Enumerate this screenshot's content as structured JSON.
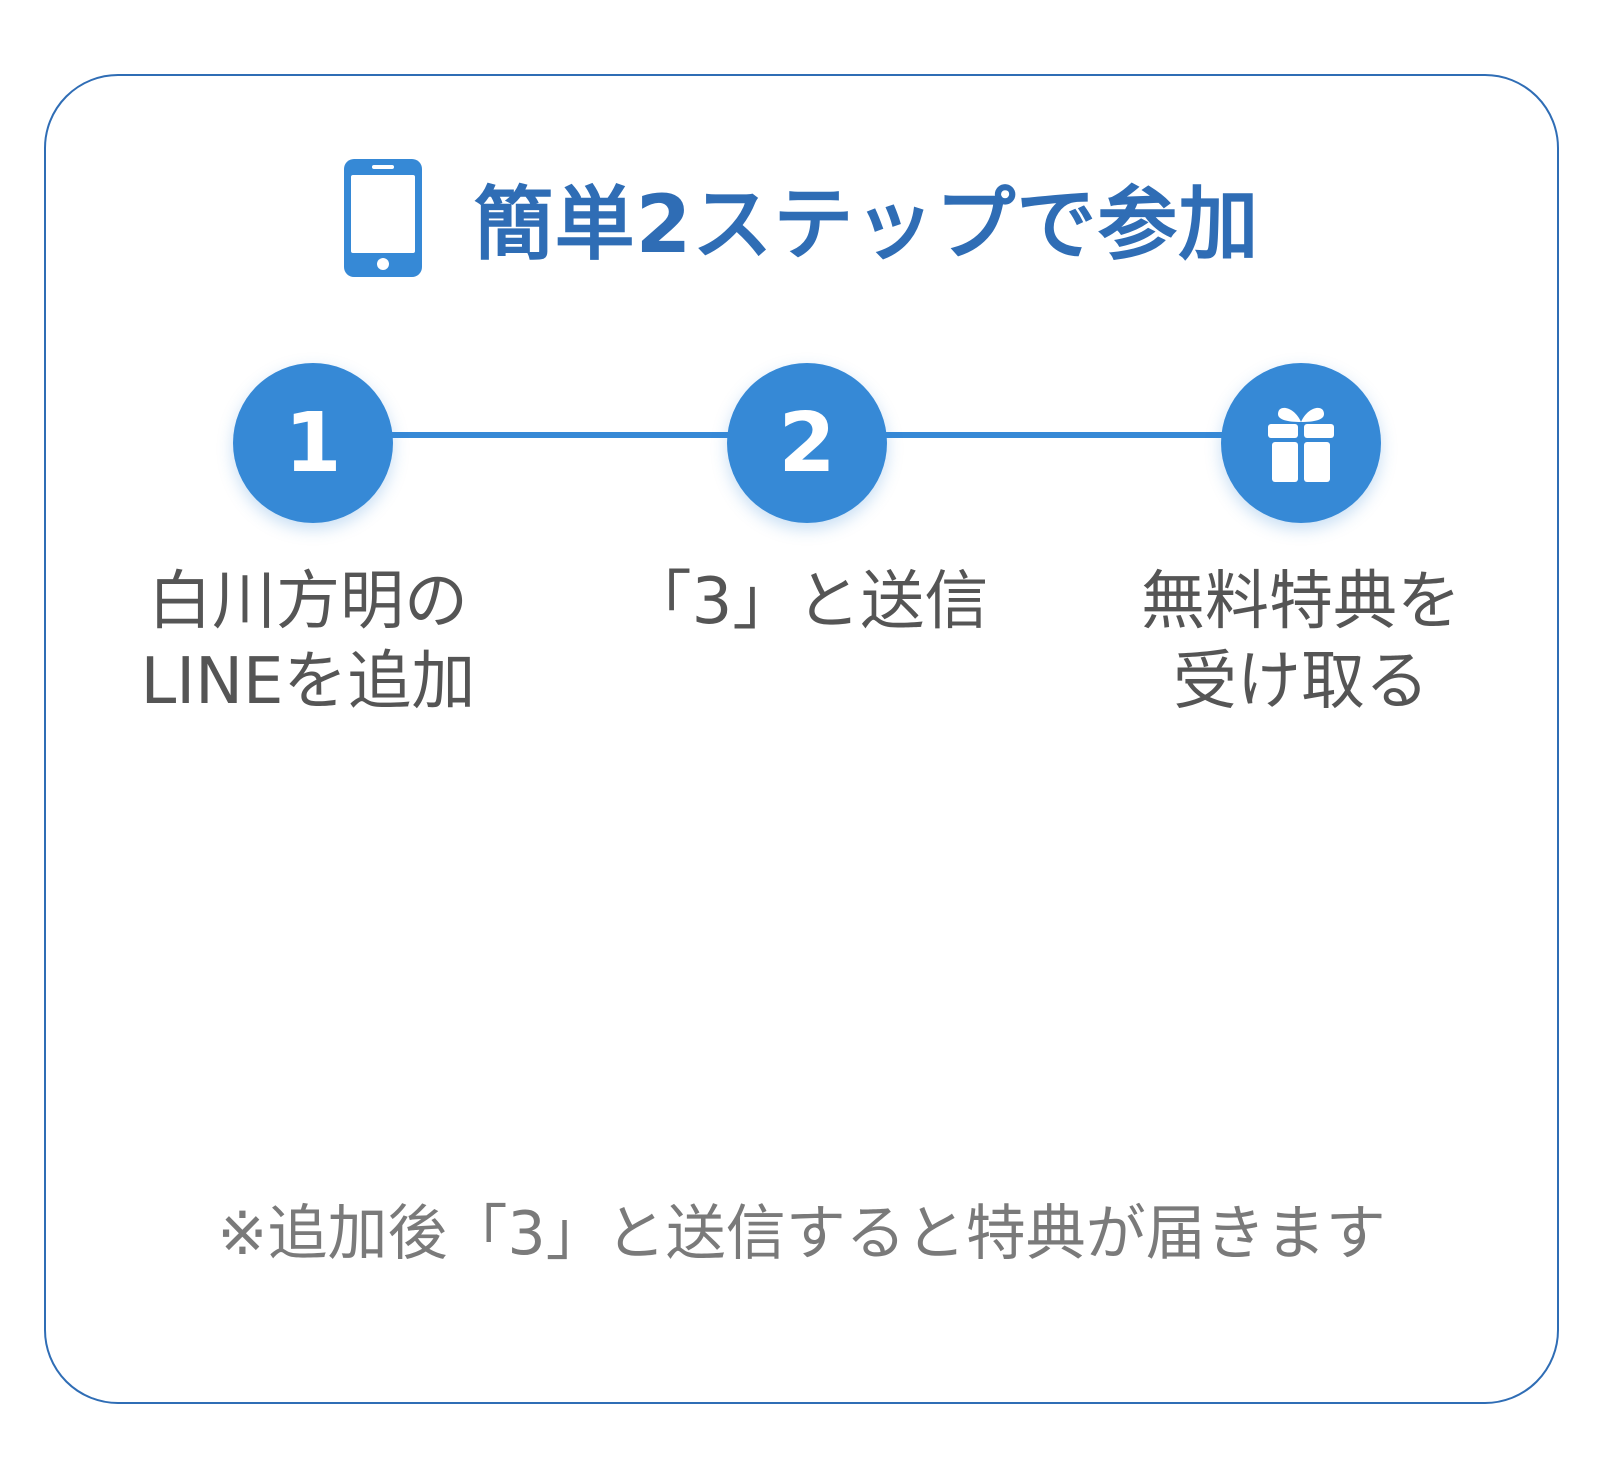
{
  "colors": {
    "accent": "#3689d6",
    "heading": "#2f6db5",
    "border": "#2f6db5",
    "label_text": "#555555",
    "note_text": "#7a7a7a",
    "background": "#ffffff"
  },
  "heading": {
    "icon": "smartphone-icon",
    "text": "簡単2ステップで参加"
  },
  "steps": [
    {
      "badge": "1",
      "label_lines": [
        "白川方明の",
        "LINEを追加"
      ]
    },
    {
      "badge": "2",
      "label_lines": [
        "「3」と送信"
      ]
    },
    {
      "badge_icon": "gift-icon",
      "label_lines": [
        "無料特典を",
        "受け取る"
      ]
    }
  ],
  "note": "※追加後「3」と送信すると特典が届きます"
}
